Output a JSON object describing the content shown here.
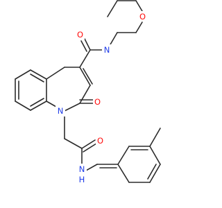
{
  "colors": {
    "background": "#ffffff",
    "bond": "#2b2b2b",
    "oxygen": "#ff0d0d",
    "nitrogen": "#1f3ce8"
  },
  "atoms": {
    "morpholine_oxygen": "O",
    "morpholine_nitrogen": "N",
    "carbonyl_oxygen_top": "O",
    "quinolinone_nitrogen": "N",
    "ring_ketone_oxygen": "O",
    "amide_oxygen": "O",
    "amide_nitrogen": "N",
    "amide_hydrogen": "H"
  }
}
